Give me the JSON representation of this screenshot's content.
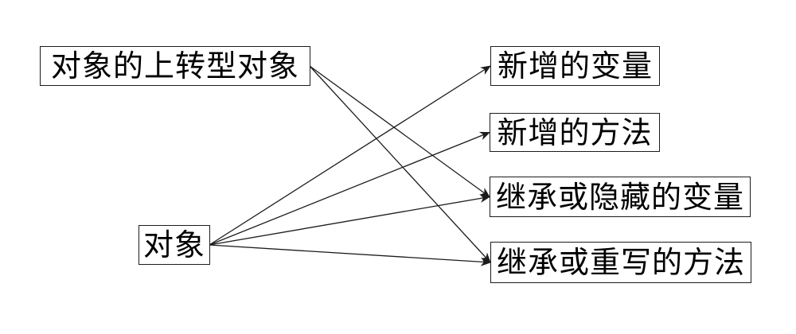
{
  "diagram": {
    "background_color": "#ffffff",
    "box_border_color": "#1c1c1c",
    "arrow_color": "#1c1c1c",
    "nodes": [
      {
        "id": "upcast-object",
        "label": "对象的上转型对象"
      },
      {
        "id": "object",
        "label": "对象"
      },
      {
        "id": "new-variables",
        "label": "新增的变量"
      },
      {
        "id": "new-methods",
        "label": "新增的方法"
      },
      {
        "id": "inherited-hidden-variables",
        "label": "继承或隐藏的变量"
      },
      {
        "id": "inherited-rewritten-methods",
        "label": "继承或重写的方法"
      }
    ],
    "edges": [
      {
        "from": "upcast-object",
        "to": "inherited-hidden-variables"
      },
      {
        "from": "upcast-object",
        "to": "inherited-rewritten-methods"
      },
      {
        "from": "object",
        "to": "new-variables"
      },
      {
        "from": "object",
        "to": "new-methods"
      },
      {
        "from": "object",
        "to": "inherited-hidden-variables"
      },
      {
        "from": "object",
        "to": "inherited-rewritten-methods"
      }
    ]
  }
}
